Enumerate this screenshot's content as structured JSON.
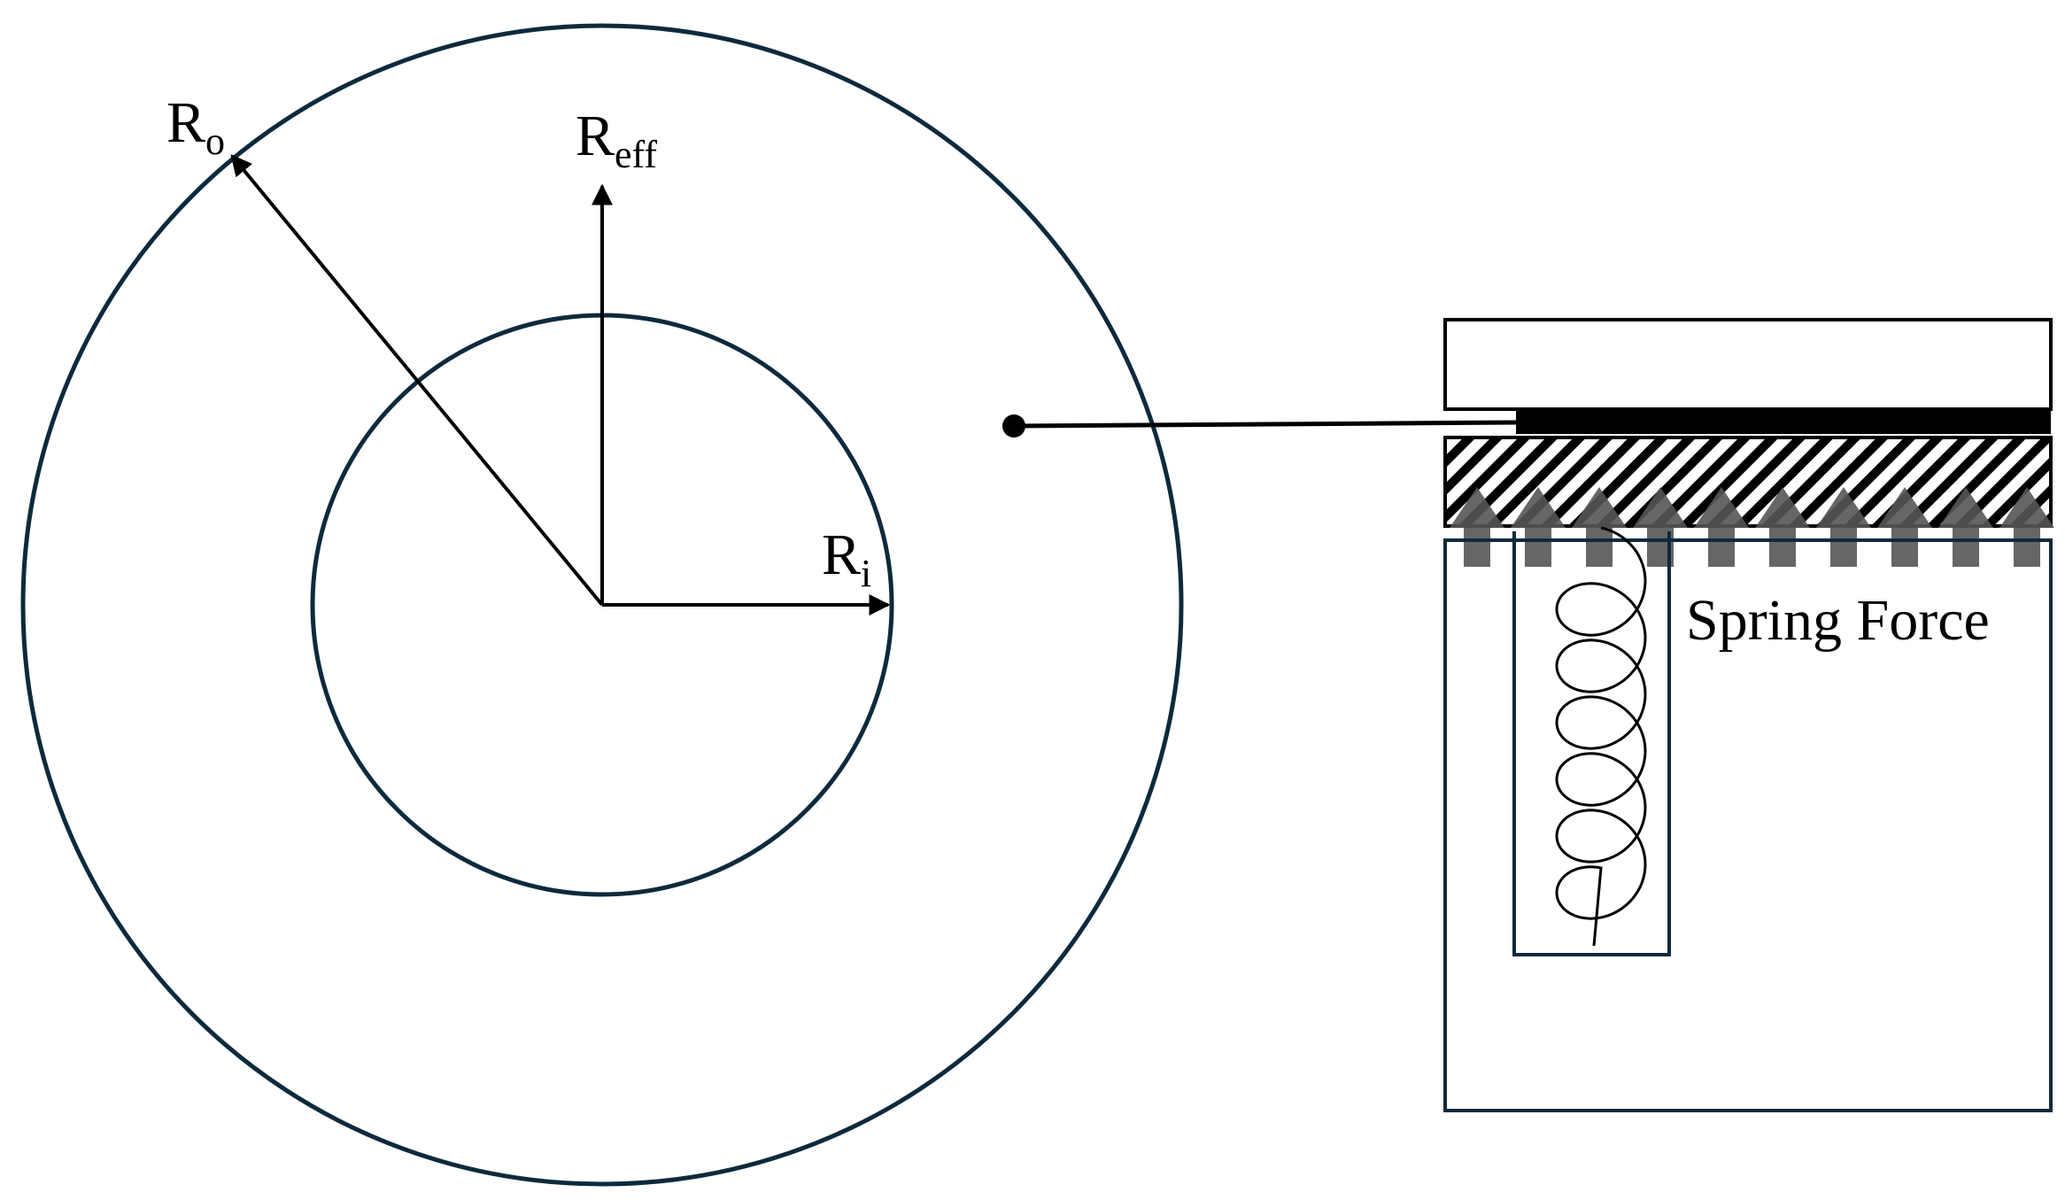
{
  "labels": {
    "r_outer": {
      "main": "R",
      "sub": "o"
    },
    "r_eff": {
      "main": "R",
      "sub": "eff"
    },
    "r_inner": {
      "main": "R",
      "sub": "i"
    },
    "spring_force": "Spring Force"
  },
  "colors": {
    "circle_stroke": "#0d2a3c",
    "box_stroke": "#0d2a3c",
    "line": "#000000",
    "arrow_fill": "#555555",
    "background": "#ffffff"
  },
  "icons": {
    "spring": "coil-spring-icon",
    "force_arrows": "upward-arrow-icon"
  },
  "spring_force_arrow_count": 10
}
